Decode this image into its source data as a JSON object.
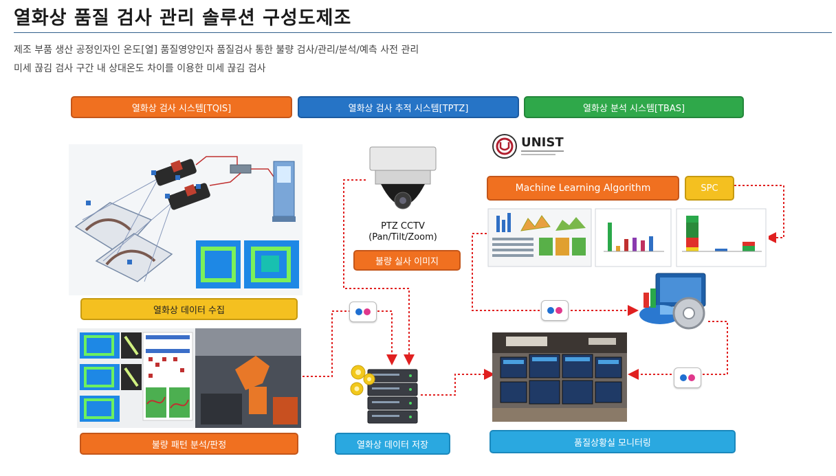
{
  "page": {
    "title": "열화상 품질 검사 관리 솔루션 구성도제조",
    "description_lines": [
      "제조 부품 생산 공정인자인 온도[열] 품질영양인자 품질검사 통한 불량 검사/관리/분석/예측 사전 관리",
      "미세 끊김 검사 구간 내 상대온도 차이를 이용한 미세 끊김 검사"
    ]
  },
  "systems": {
    "tqis": "열화상 검사 시스템[TQIS]",
    "tptz": "열화상 검사 추적 시스템[TPTZ]",
    "tbas": "열화상 분석 시스템[TBAS]"
  },
  "blocks": {
    "data_collection": "열화상 데이터 수집",
    "defect_pattern": "불량 패턴 분석/판정",
    "data_storage": "열화상 데이터 저장",
    "quality_monitoring": "품질상황실 모니터링",
    "defect_image": "불량 실사 이미지",
    "ml_algorithm": "Machine Learning Algorithm",
    "spc": "SPC"
  },
  "camera": {
    "name": "PTZ CCTV",
    "detail": "(Pan/Tilt/Zoom)"
  },
  "unist": {
    "logo_text": "UNIST"
  },
  "colors": {
    "orange": "#f07020",
    "blue": "#2674c6",
    "green": "#2fa84a",
    "yellow": "#f4c020",
    "cyan": "#2aa8e0",
    "arrow_red": "#e02020"
  }
}
